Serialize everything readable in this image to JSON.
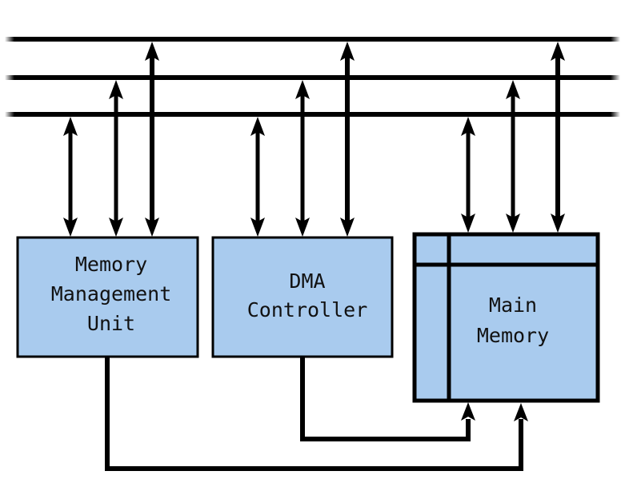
{
  "diagram": {
    "colors": {
      "box_fill": "#a9cbee",
      "stroke": "#000000",
      "background": "#ffffff"
    },
    "buses": [
      {
        "id": "bus-1"
      },
      {
        "id": "bus-2"
      },
      {
        "id": "bus-3"
      }
    ],
    "blocks": [
      {
        "id": "mmu",
        "lines": [
          "Memory",
          "Management",
          "Unit"
        ]
      },
      {
        "id": "dma",
        "lines": [
          "DMA",
          "Controller"
        ]
      },
      {
        "id": "main-memory",
        "lines": [
          "Main",
          "Memory"
        ]
      }
    ],
    "bus_connections": [
      {
        "block": "mmu",
        "bus": "bus-3",
        "direction": "bidirectional"
      },
      {
        "block": "mmu",
        "bus": "bus-2",
        "direction": "bidirectional"
      },
      {
        "block": "mmu",
        "bus": "bus-1",
        "direction": "bidirectional"
      },
      {
        "block": "dma",
        "bus": "bus-3",
        "direction": "bidirectional"
      },
      {
        "block": "dma",
        "bus": "bus-2",
        "direction": "bidirectional"
      },
      {
        "block": "dma",
        "bus": "bus-1",
        "direction": "bidirectional"
      },
      {
        "block": "main-memory",
        "bus": "bus-3",
        "direction": "bidirectional"
      },
      {
        "block": "main-memory",
        "bus": "bus-2",
        "direction": "bidirectional"
      },
      {
        "block": "main-memory",
        "bus": "bus-1",
        "direction": "bidirectional"
      }
    ],
    "direct_links": [
      {
        "from": "dma",
        "to": "main-memory",
        "direction": "to-target"
      },
      {
        "from": "mmu",
        "to": "main-memory",
        "direction": "to-target"
      }
    ]
  }
}
